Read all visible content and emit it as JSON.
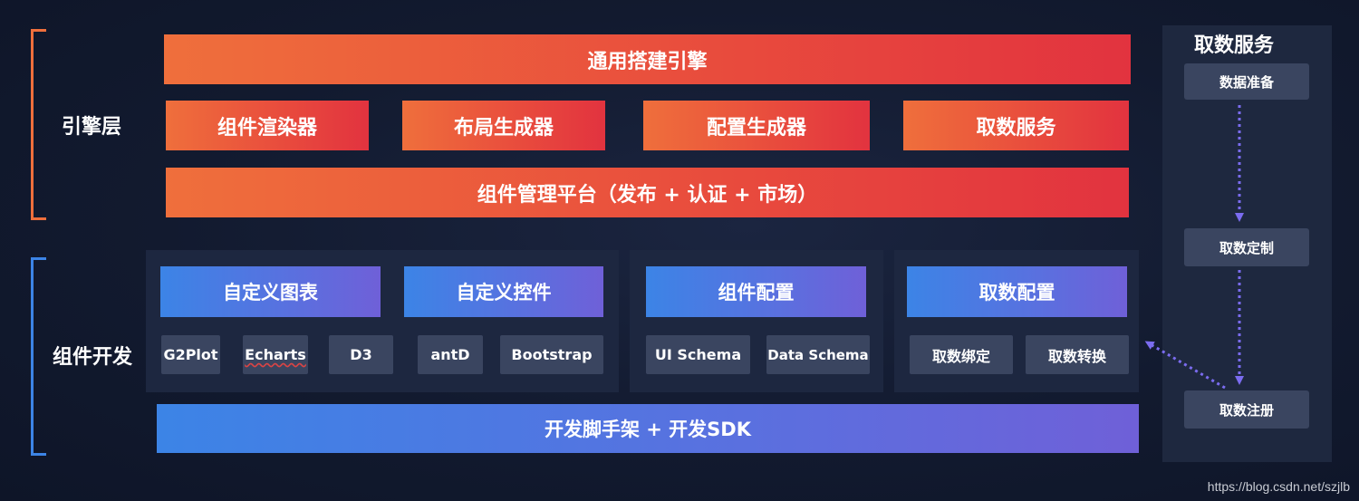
{
  "engine": {
    "label": "引擎层",
    "top_bar": "通用搭建引擎",
    "modules": [
      "组件渲染器",
      "布局生成器",
      "配置生成器",
      "取数服务"
    ],
    "platform_bar": "组件管理平台（发布 + 认证 + 市场）"
  },
  "component_dev": {
    "label": "组件开发",
    "groups": {
      "custom_chart": {
        "title": "自定义图表",
        "chips": [
          "G2Plot",
          "Echarts",
          "D3"
        ]
      },
      "custom_control": {
        "title": "自定义控件",
        "chips": [
          "antD",
          "Bootstrap"
        ]
      },
      "component_config": {
        "title": "组件配置",
        "chips": [
          "UI Schema",
          "Data Schema"
        ]
      },
      "data_config": {
        "title": "取数配置",
        "chips": [
          "取数绑定",
          "取数转换"
        ]
      }
    },
    "sdk_bar": "开发脚手架 + 开发SDK"
  },
  "data_service_panel": {
    "title": "取数服务",
    "steps": [
      "数据准备",
      "取数定制",
      "取数注册"
    ]
  },
  "watermark": "https://blog.csdn.net/szjlb",
  "colors": {
    "engine_bracket": "#ef6f3c",
    "dev_bracket": "#3c84e6",
    "arrow": "#7b6cf0"
  }
}
